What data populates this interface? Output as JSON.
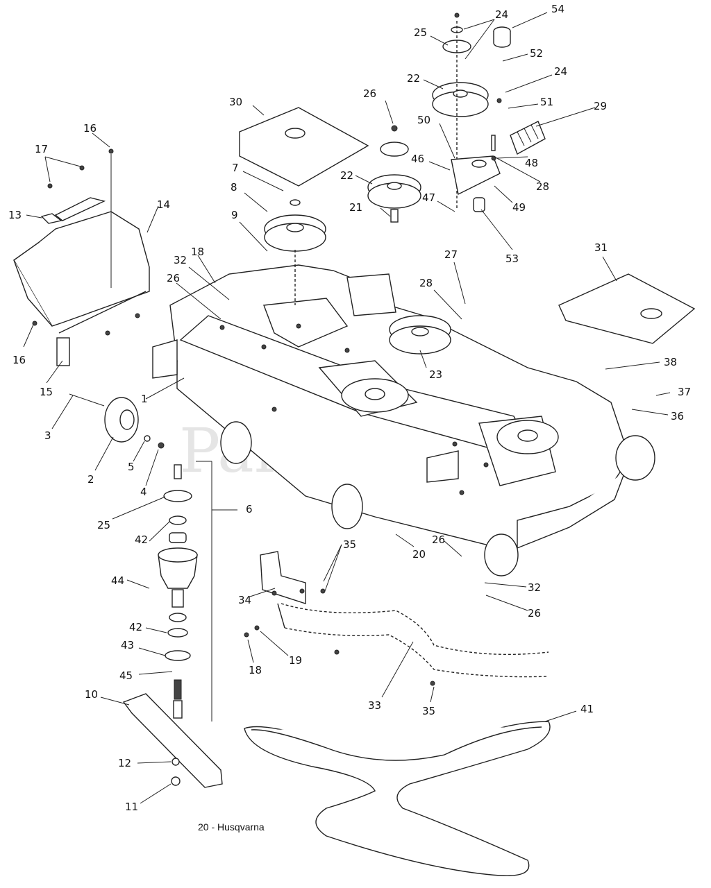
{
  "watermark": "PartsTree",
  "caption": "20 - Husqvarna",
  "callouts": [
    {
      "id": "c54",
      "text": "54"
    },
    {
      "id": "c24a",
      "text": "24"
    },
    {
      "id": "c25a",
      "text": "25"
    },
    {
      "id": "c52",
      "text": "52"
    },
    {
      "id": "c24b",
      "text": "24"
    },
    {
      "id": "c22a",
      "text": "22"
    },
    {
      "id": "c51",
      "text": "51"
    },
    {
      "id": "c29",
      "text": "29"
    },
    {
      "id": "c26a",
      "text": "26"
    },
    {
      "id": "c50",
      "text": "50"
    },
    {
      "id": "c30",
      "text": "30"
    },
    {
      "id": "c48",
      "text": "48"
    },
    {
      "id": "c46",
      "text": "46"
    },
    {
      "id": "c28a",
      "text": "28"
    },
    {
      "id": "c22b",
      "text": "22"
    },
    {
      "id": "c47",
      "text": "47"
    },
    {
      "id": "c49",
      "text": "49"
    },
    {
      "id": "c21",
      "text": "21"
    },
    {
      "id": "c53",
      "text": "53"
    },
    {
      "id": "c16a",
      "text": "16"
    },
    {
      "id": "c17",
      "text": "17"
    },
    {
      "id": "c7",
      "text": "7"
    },
    {
      "id": "c8",
      "text": "8"
    },
    {
      "id": "c14",
      "text": "14"
    },
    {
      "id": "c13",
      "text": "13"
    },
    {
      "id": "c9",
      "text": "9"
    },
    {
      "id": "c27",
      "text": "27"
    },
    {
      "id": "c31",
      "text": "31"
    },
    {
      "id": "c18a",
      "text": "18"
    },
    {
      "id": "c32a",
      "text": "32"
    },
    {
      "id": "c26b",
      "text": "26"
    },
    {
      "id": "c28b",
      "text": "28"
    },
    {
      "id": "c16b",
      "text": "16"
    },
    {
      "id": "c38",
      "text": "38"
    },
    {
      "id": "c23",
      "text": "23"
    },
    {
      "id": "c15",
      "text": "15"
    },
    {
      "id": "c37",
      "text": "37"
    },
    {
      "id": "c1",
      "text": "1"
    },
    {
      "id": "c36",
      "text": "36"
    },
    {
      "id": "c3",
      "text": "3"
    },
    {
      "id": "c2",
      "text": "2"
    },
    {
      "id": "c5",
      "text": "5"
    },
    {
      "id": "c4",
      "text": "4"
    },
    {
      "id": "c6",
      "text": "6"
    },
    {
      "id": "c25b",
      "text": "25"
    },
    {
      "id": "c42a",
      "text": "42"
    },
    {
      "id": "c35a",
      "text": "35"
    },
    {
      "id": "c20",
      "text": "20"
    },
    {
      "id": "c26c",
      "text": "26"
    },
    {
      "id": "c44",
      "text": "44"
    },
    {
      "id": "c34",
      "text": "34"
    },
    {
      "id": "c32b",
      "text": "32"
    },
    {
      "id": "c26d",
      "text": "26"
    },
    {
      "id": "c42b",
      "text": "42"
    },
    {
      "id": "c43",
      "text": "43"
    },
    {
      "id": "c19",
      "text": "19"
    },
    {
      "id": "c18b",
      "text": "18"
    },
    {
      "id": "c45",
      "text": "45"
    },
    {
      "id": "c10",
      "text": "10"
    },
    {
      "id": "c33",
      "text": "33"
    },
    {
      "id": "c35b",
      "text": "35"
    },
    {
      "id": "c41",
      "text": "41"
    },
    {
      "id": "c12",
      "text": "12"
    },
    {
      "id": "c11",
      "text": "11"
    }
  ]
}
